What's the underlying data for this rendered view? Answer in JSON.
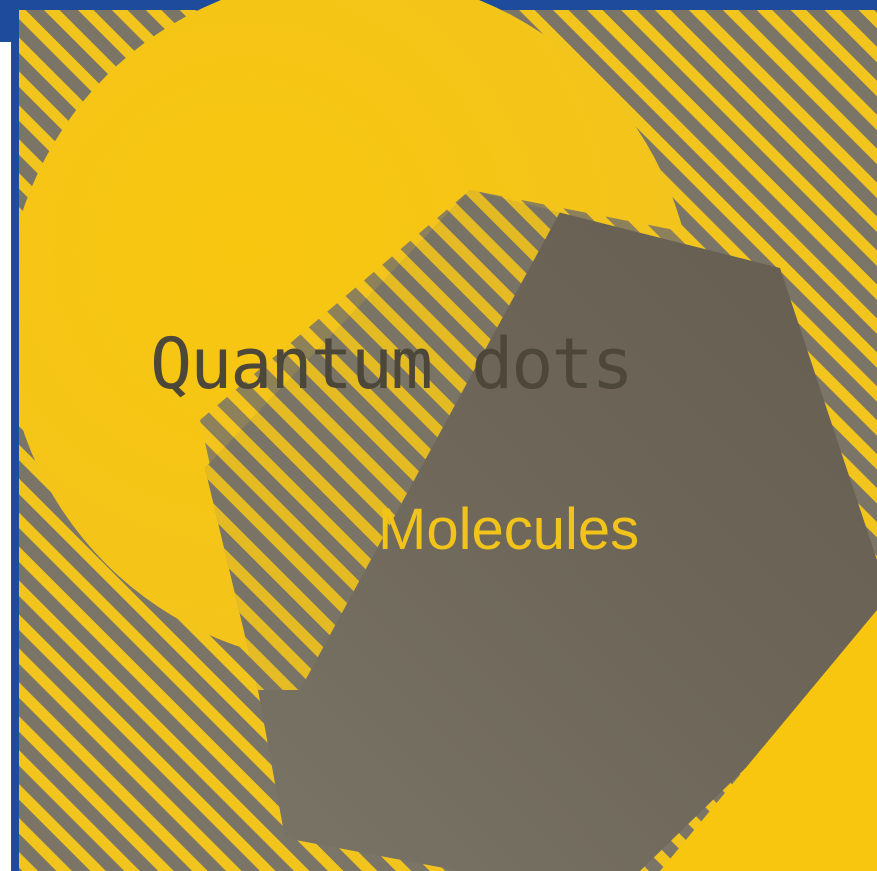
{
  "cover": {
    "primary_label": "Quantum dots",
    "secondary_label": "Molecules"
  },
  "colors": {
    "frame_blue": "#1E4B9C",
    "yellow": "#F8C60F",
    "yellow_light": "#F2C41E",
    "gray": "#6D6658",
    "gray_dark": "#655E50",
    "gray_light": "#7A7567",
    "white": "#FFFFFF",
    "primary_label_color": "#4D473A",
    "secondary_label_color": "#F2C41A"
  },
  "icons": {
    "circle_shape": "circle",
    "hexagon_shape": "hexagon",
    "stripe_pattern": "diagonal-stripes"
  }
}
